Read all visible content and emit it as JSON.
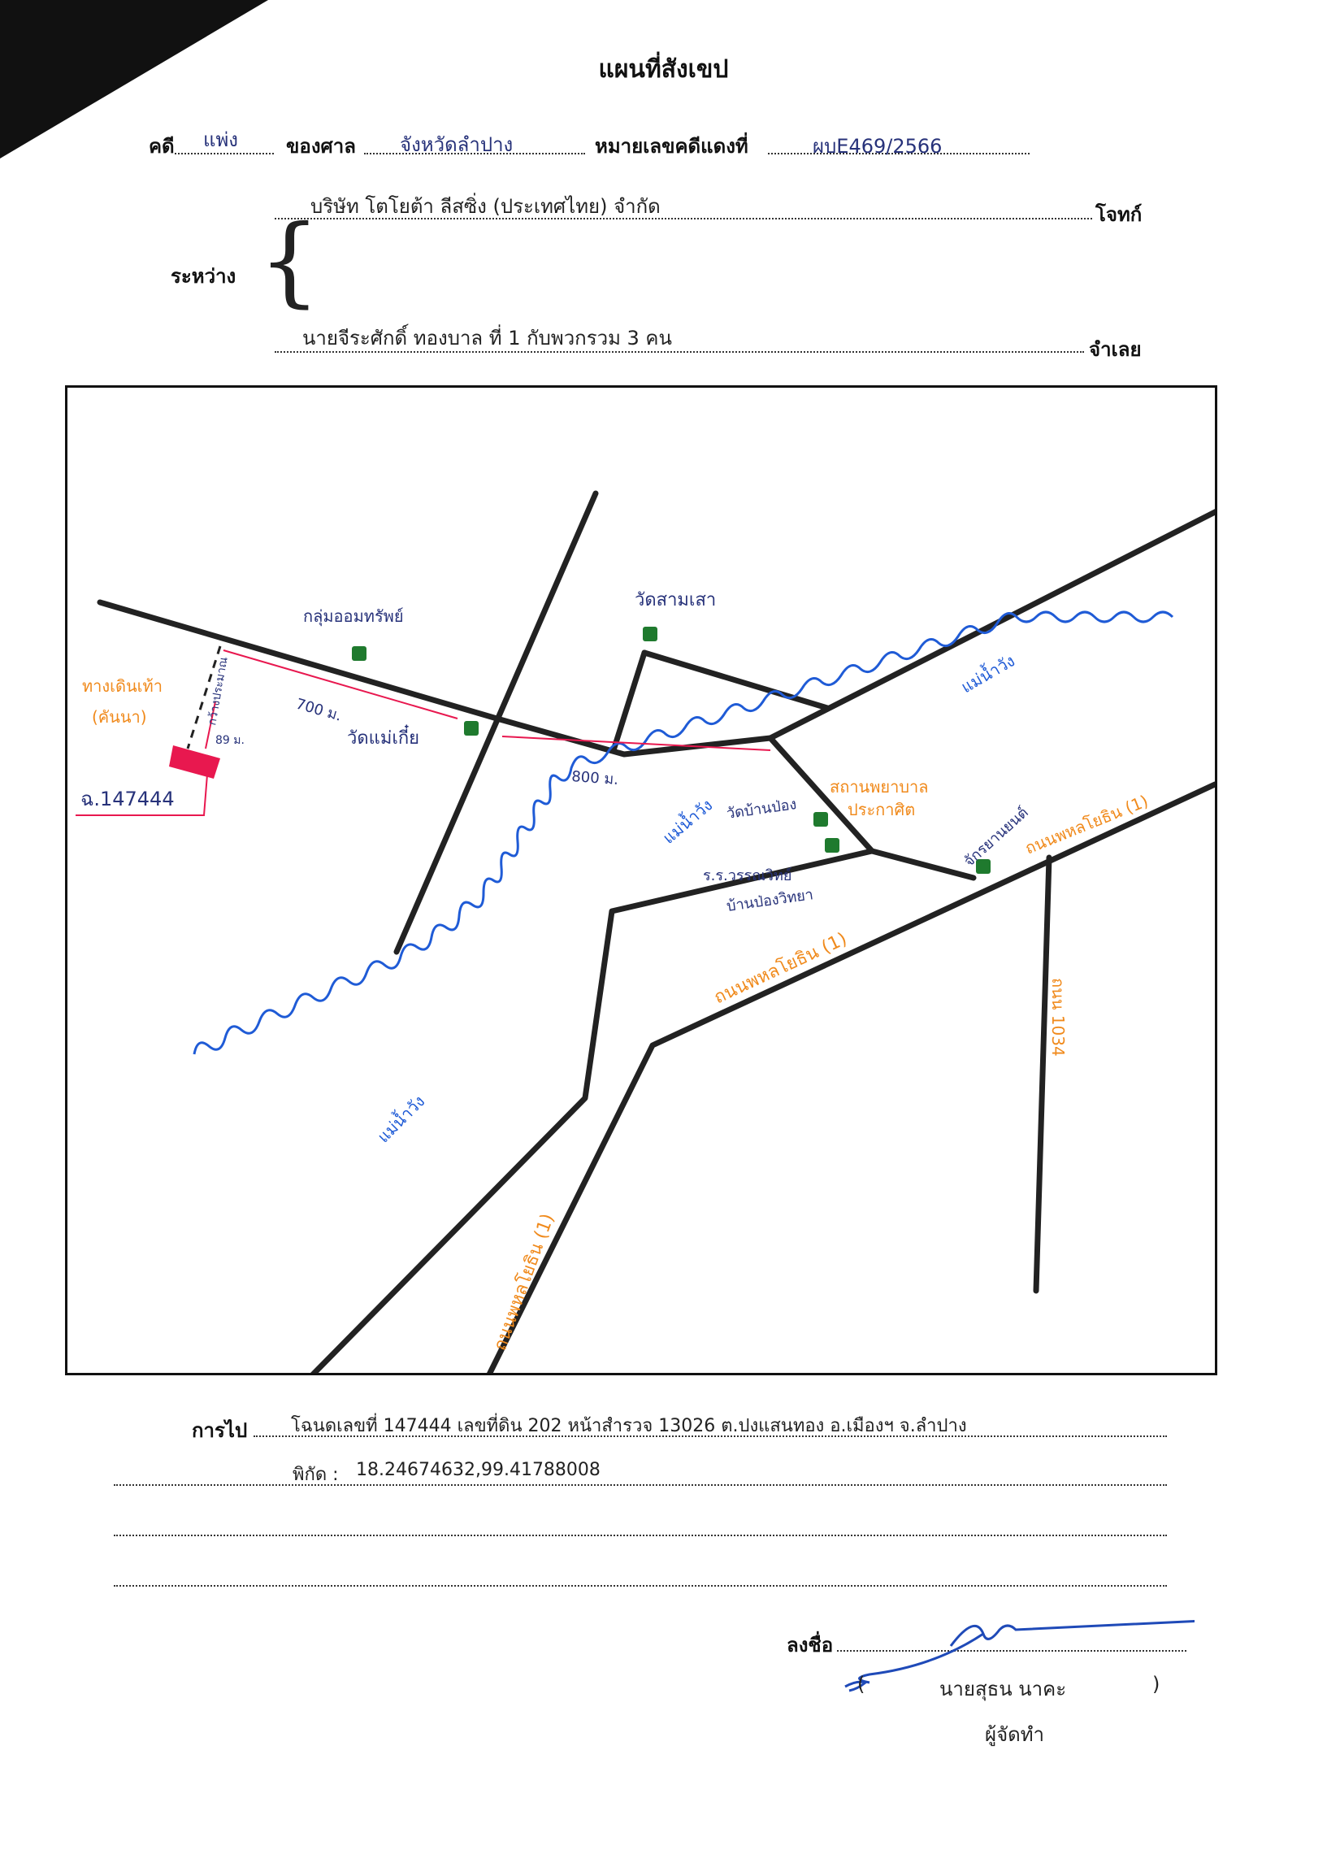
{
  "title": "แผนที่สังเขป",
  "header": {
    "case_label": "คดี",
    "case_value": "แพ่ง",
    "court_label": "ของศาล",
    "court_value": "จังหวัดลำปาง",
    "red_case_label": "หมายเลขคดีแดงที่",
    "red_case_value": "ผบE469/2566"
  },
  "parties": {
    "between_label": "ระหว่าง",
    "plaintiff_name": "บริษัท โตโยต้า ลีสซิ่ง (ประเทศไทย) จำกัด",
    "plaintiff_label": "โจทก์",
    "defendant_name": "นายจีระศักดิ์ ทองบาล ที่ 1 กับพวกรวม 3 คน",
    "defendant_label": "จำเลย"
  },
  "map": {
    "labels": {
      "footpath": "ทางเดินเท้า",
      "footpath_sub": "(คันนา)",
      "width_note": "กว้างประมาณ",
      "width_value": "89 ม.",
      "deed_no": "ฉ.147444",
      "dist_700": "700 ม.",
      "dist_800": "800 ม.",
      "savings_group": "กลุ่มออมทรัพย์",
      "wat_mae_kia": "วัดแม่เกี๋ย",
      "wat_sam_sao": "วัดสามเสา",
      "river_1": "แม่น้ำวัง",
      "river_2": "แม่น้ำวัง",
      "river_3": "แม่น้ำวัง",
      "wat_ban_pong": "วัดบ้านป่อง",
      "station": "สถานพยาบาล",
      "station_2": "ประกาศิต",
      "school_1": "ร.ร.วรรณวิทย์",
      "school_2": "บ้านป่องวิทยา",
      "road_main_1": "ถนนพหลโยธิน (1)",
      "road_main_2": "ถนนพหลโยธิน (1)",
      "road_main_3": "ถนนพหลโยธิน (1)",
      "shop": "จักรยานยนต์",
      "road_side": "ถนน 1034"
    },
    "colors": {
      "road": "#222222",
      "river": "#1f5bd6",
      "red": "#e8184f",
      "orange": "#f08a1c",
      "navy": "#27327a",
      "landmark": "#1f7a2e"
    }
  },
  "footer": {
    "route_label": "การไป",
    "route_text": "โฉนดเลขที่ 147444 เลขที่ดิน 202 หน้าสำรวจ 13026  ต.ปงแสนทอง   อ.เมืองฯ  จ.ลำปาง",
    "coords_label": "พิกัด :",
    "coords_value": "18.24674632,99.41788008",
    "sign_label": "ลงชื่อ",
    "signer_open": "(",
    "signer_name": "นายสุธน  นาคะ",
    "signer_close": ")",
    "signer_role": "ผู้จัดทำ"
  }
}
